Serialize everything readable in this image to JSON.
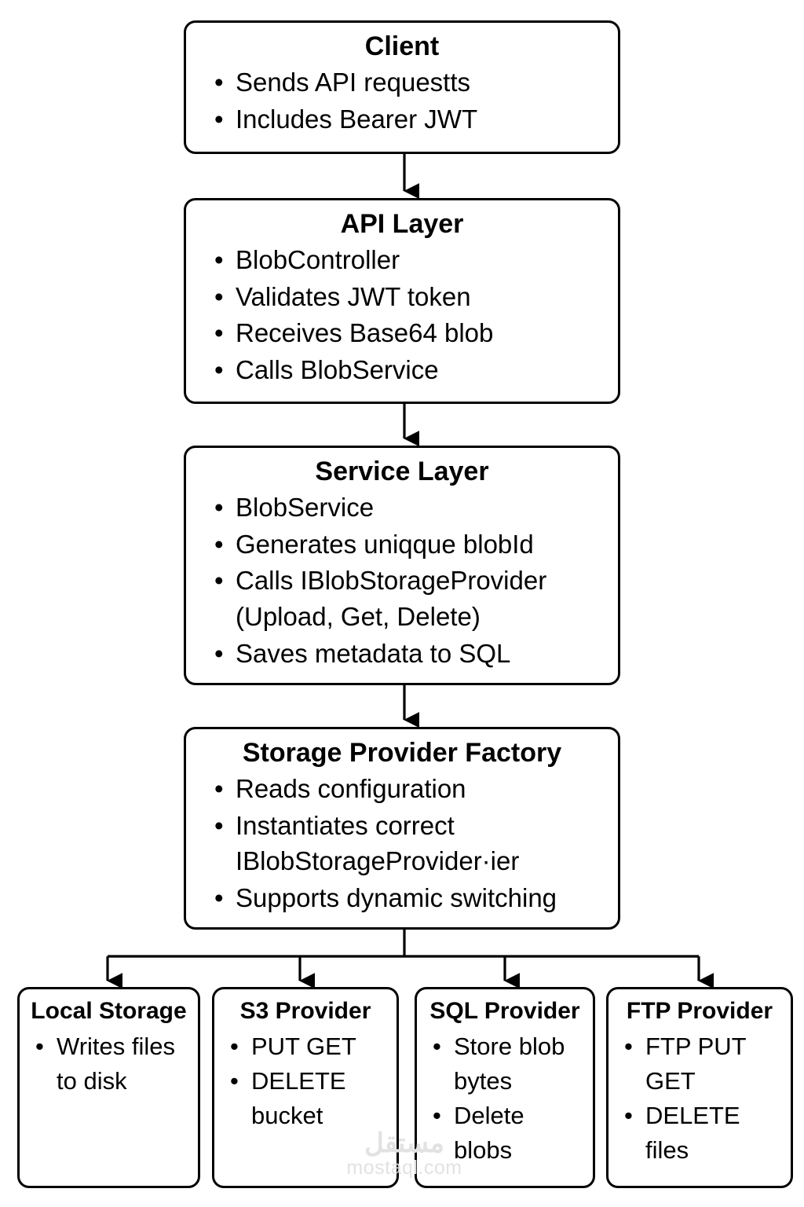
{
  "diagram": {
    "title_semantic": "blob-storage-architecture-flowchart",
    "colors": {
      "stroke": "#000000",
      "background": "#ffffff",
      "text": "#000000",
      "watermark": "#e2e2e2"
    },
    "nodes": [
      {
        "id": "client",
        "title": "Client",
        "bullets": [
          "Sends API requestts",
          "Includes Bearer JWT"
        ]
      },
      {
        "id": "api",
        "title": "API Layer",
        "bullets": [
          "BlobController",
          "Validates JWT  token",
          "Receives Base64 blob",
          "Calls BlobService"
        ]
      },
      {
        "id": "service",
        "title": "Service Layer",
        "bullets": [
          "BlobService",
          "Generates uniqque blobId",
          "Calls IBlobStorageProvider (Upload, Get, Delete)",
          "Saves metadata to SQL"
        ]
      },
      {
        "id": "factory",
        "title": "Storage Provider Factory",
        "bullets": [
          "Reads configuration",
          "Instantiates correct IBlobStorageProvider·ier",
          "Supports dynamic switching"
        ]
      },
      {
        "id": "local",
        "title": "Local Storage",
        "bullets": [
          "Writes files to disk"
        ]
      },
      {
        "id": "s3",
        "title": "S3 Provider",
        "bullets": [
          "PUT GET",
          "DELETE bucket"
        ]
      },
      {
        "id": "sql",
        "title": "SQL Provider",
        "bullets": [
          "Store blob bytes",
          "Delete blobs"
        ]
      },
      {
        "id": "ftp",
        "title": "FTP Provider",
        "bullets": [
          "FTP PUT GET",
          "DELETE files"
        ]
      }
    ],
    "bullet_glyph": "•",
    "edges": [
      {
        "from": "client",
        "to": "api",
        "style": "arrow-down"
      },
      {
        "from": "api",
        "to": "service",
        "style": "arrow-down"
      },
      {
        "from": "service",
        "to": "factory",
        "style": "arrow-down"
      },
      {
        "from": "factory",
        "to": "local",
        "style": "branch-arrow-down"
      },
      {
        "from": "factory",
        "to": "s3",
        "style": "branch-arrow-down"
      },
      {
        "from": "factory",
        "to": "sql",
        "style": "branch-arrow-down"
      },
      {
        "from": "factory",
        "to": "ftp",
        "style": "branch-arrow-down"
      }
    ]
  },
  "watermark": {
    "arabic": "مستقل",
    "latin": "mostaql.com"
  }
}
